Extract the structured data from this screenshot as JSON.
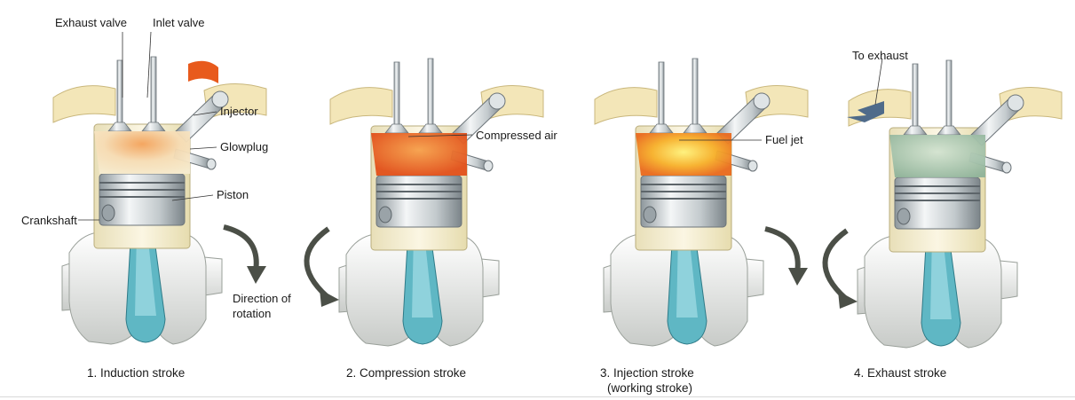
{
  "diagram": {
    "labels": {
      "exhaust_valve": "Exhaust valve",
      "inlet_valve": "Inlet valve",
      "injector": "Injector",
      "glowplug": "Glowplug",
      "piston": "Piston",
      "crankshaft": "Crankshaft",
      "direction_line1": "Direction of",
      "direction_line2": "rotation",
      "compressed_air": "Compressed air",
      "fuel_jet": "Fuel jet",
      "to_exhaust": "To exhaust"
    },
    "strokes": [
      {
        "caption": "1. Induction stroke",
        "sub": "",
        "chamber": "induction",
        "rotation": "clockwise"
      },
      {
        "caption": "2. Compression stroke",
        "sub": "",
        "chamber": "compression",
        "rotation": "counterclockwise"
      },
      {
        "caption": "3. Injection stroke",
        "sub": "(working stroke)",
        "chamber": "injection",
        "rotation": "clockwise"
      },
      {
        "caption": "4. Exhaust stroke",
        "sub": "",
        "chamber": "exhaust",
        "rotation": "counterclockwise"
      }
    ],
    "colors": {
      "port": "#f3e6b8",
      "hot_air": "#e85a1c",
      "fuel": "#f7d22a",
      "exhaust_gas": "#a9c6b0",
      "rod": "#5fb7c4",
      "metal": "#c9cfd2",
      "arrow": "#4b4f47"
    }
  }
}
